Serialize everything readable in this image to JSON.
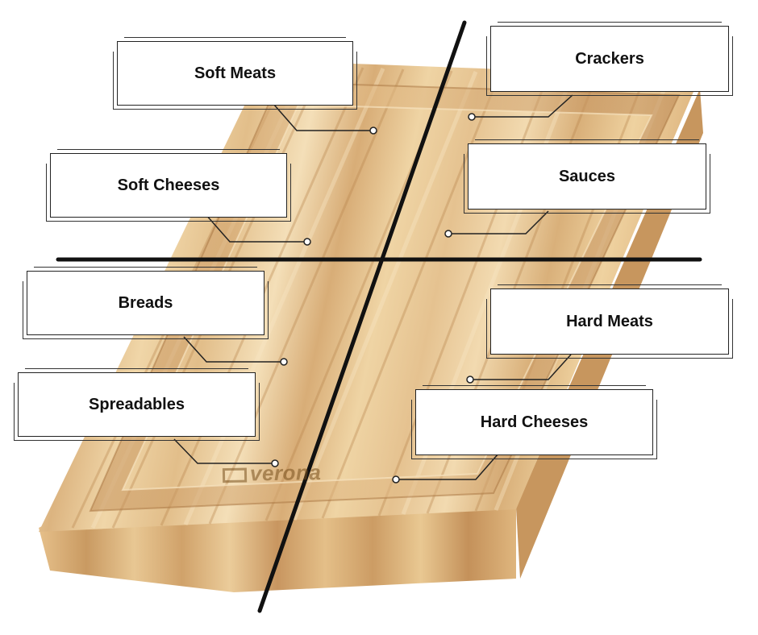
{
  "labels": {
    "soft_meats": "Soft Meats",
    "crackers": "Crackers",
    "soft_cheeses": "Soft Cheeses",
    "sauces": "Sauces",
    "breads": "Breads",
    "hard_meats": "Hard Meats",
    "spreadables": "Spreadables",
    "hard_cheeses": "Hard Cheeses"
  },
  "brand_text": "verona",
  "colors": {
    "wood_light": "#ecd3a6",
    "wood_mid": "#d9b07a",
    "wood_dark": "#c08a54",
    "line": "#111111"
  }
}
